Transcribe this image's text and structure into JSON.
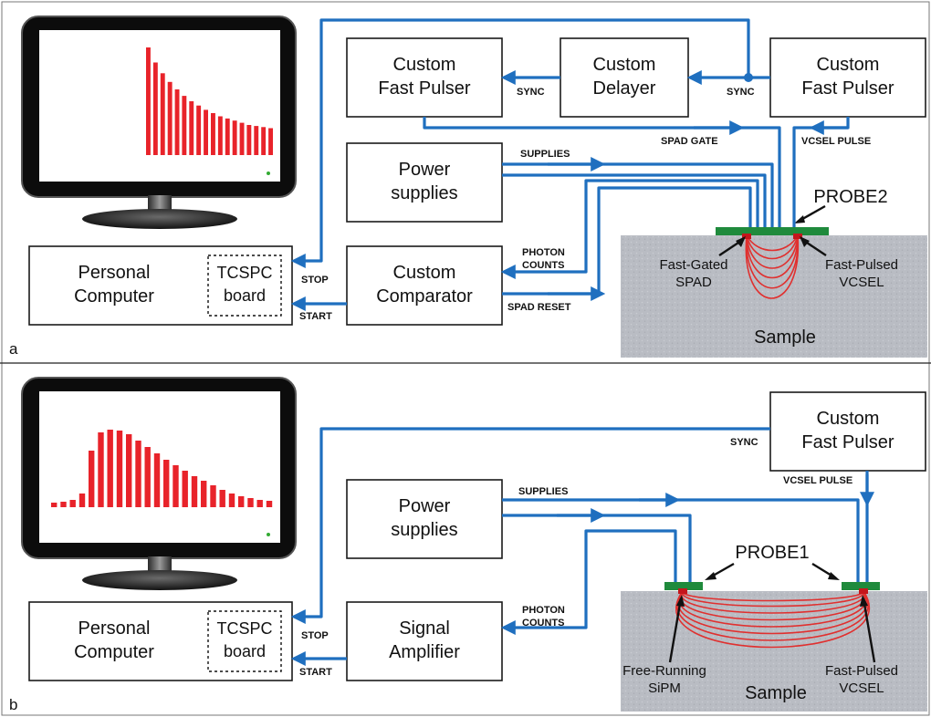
{
  "panel_a": {
    "panel_label": "a",
    "blocks": {
      "pulser_left": [
        "Custom",
        "Fast Pulser"
      ],
      "delayer": [
        "Custom",
        "Delayer"
      ],
      "pulser_right": [
        "Custom",
        "Fast Pulser"
      ],
      "power": [
        "Power",
        "supplies"
      ],
      "comparator": [
        "Custom",
        "Comparator"
      ],
      "pc": [
        "Personal",
        "Computer"
      ],
      "tcspc": [
        "TCSPC",
        "board"
      ]
    },
    "signals": {
      "sync_left": "SYNC",
      "sync_right": "SYNC",
      "spad_gate": "SPAD GATE",
      "vcsel_pulse": "VCSEL PULSE",
      "supplies": "SUPPLIES",
      "photon_counts": [
        "PHOTON",
        "COUNTS"
      ],
      "spad_reset": "SPAD RESET",
      "stop": "STOP",
      "start": "START"
    },
    "probe": "PROBE2",
    "detector": [
      "Fast-Gated",
      "SPAD"
    ],
    "source": [
      "Fast-Pulsed",
      "VCSEL"
    ],
    "sample": "Sample",
    "histogram": [
      1.0,
      0.86,
      0.76,
      0.68,
      0.61,
      0.55,
      0.5,
      0.46,
      0.42,
      0.39,
      0.36,
      0.34,
      0.32,
      0.3,
      0.28,
      0.27,
      0.26,
      0.25
    ]
  },
  "panel_b": {
    "panel_label": "b",
    "blocks": {
      "pulser": [
        "Custom",
        "Fast Pulser"
      ],
      "power": [
        "Power",
        "supplies"
      ],
      "amplifier": [
        "Signal",
        "Amplifier"
      ],
      "pc": [
        "Personal",
        "Computer"
      ],
      "tcspc": [
        "TCSPC",
        "board"
      ]
    },
    "signals": {
      "sync": "SYNC",
      "vcsel_pulse": "VCSEL PULSE",
      "supplies": "SUPPLIES",
      "photon_counts": [
        "PHOTON",
        "COUNTS"
      ],
      "stop": "STOP",
      "start": "START"
    },
    "probe": "PROBE1",
    "detector": [
      "Free-Running",
      "SiPM"
    ],
    "source": [
      "Fast-Pulsed",
      "VCSEL"
    ],
    "sample": "Sample",
    "histogram": [
      0.05,
      0.06,
      0.08,
      0.15,
      0.62,
      0.82,
      0.85,
      0.84,
      0.8,
      0.73,
      0.66,
      0.59,
      0.52,
      0.46,
      0.4,
      0.34,
      0.29,
      0.24,
      0.19,
      0.15,
      0.12,
      0.1,
      0.08,
      0.07
    ]
  }
}
